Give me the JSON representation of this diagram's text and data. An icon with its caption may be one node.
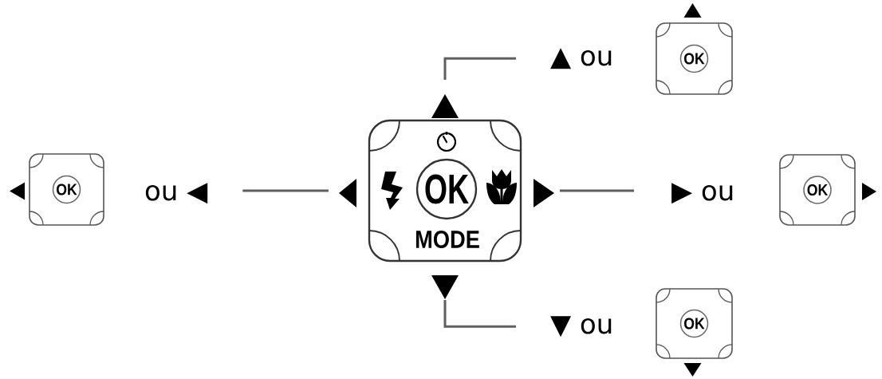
{
  "diagram": {
    "nodes": [
      {
        "text": [
          "▲ ou"
        ]
      },
      {
        "text": [
          "OK"
        ]
      },
      {
        "text": [
          "OK"
        ]
      },
      {
        "text": [
          "ou ◀"
        ]
      },
      {
        "text": [
          "OK",
          "MODE"
        ]
      },
      {
        "text": [
          "▶ ou"
        ]
      },
      {
        "text": [
          "OK"
        ]
      },
      {
        "text": [
          "▼ ou"
        ]
      },
      {
        "text": [
          "OK"
        ]
      }
    ],
    "edges": [
      {
        "from": 4,
        "to": 0,
        "arrow": "none"
      },
      {
        "from": 4,
        "to": 3,
        "arrow": "none"
      },
      {
        "from": 4,
        "to": 5,
        "arrow": "none"
      },
      {
        "from": 4,
        "to": 7,
        "arrow": "none"
      }
    ]
  }
}
